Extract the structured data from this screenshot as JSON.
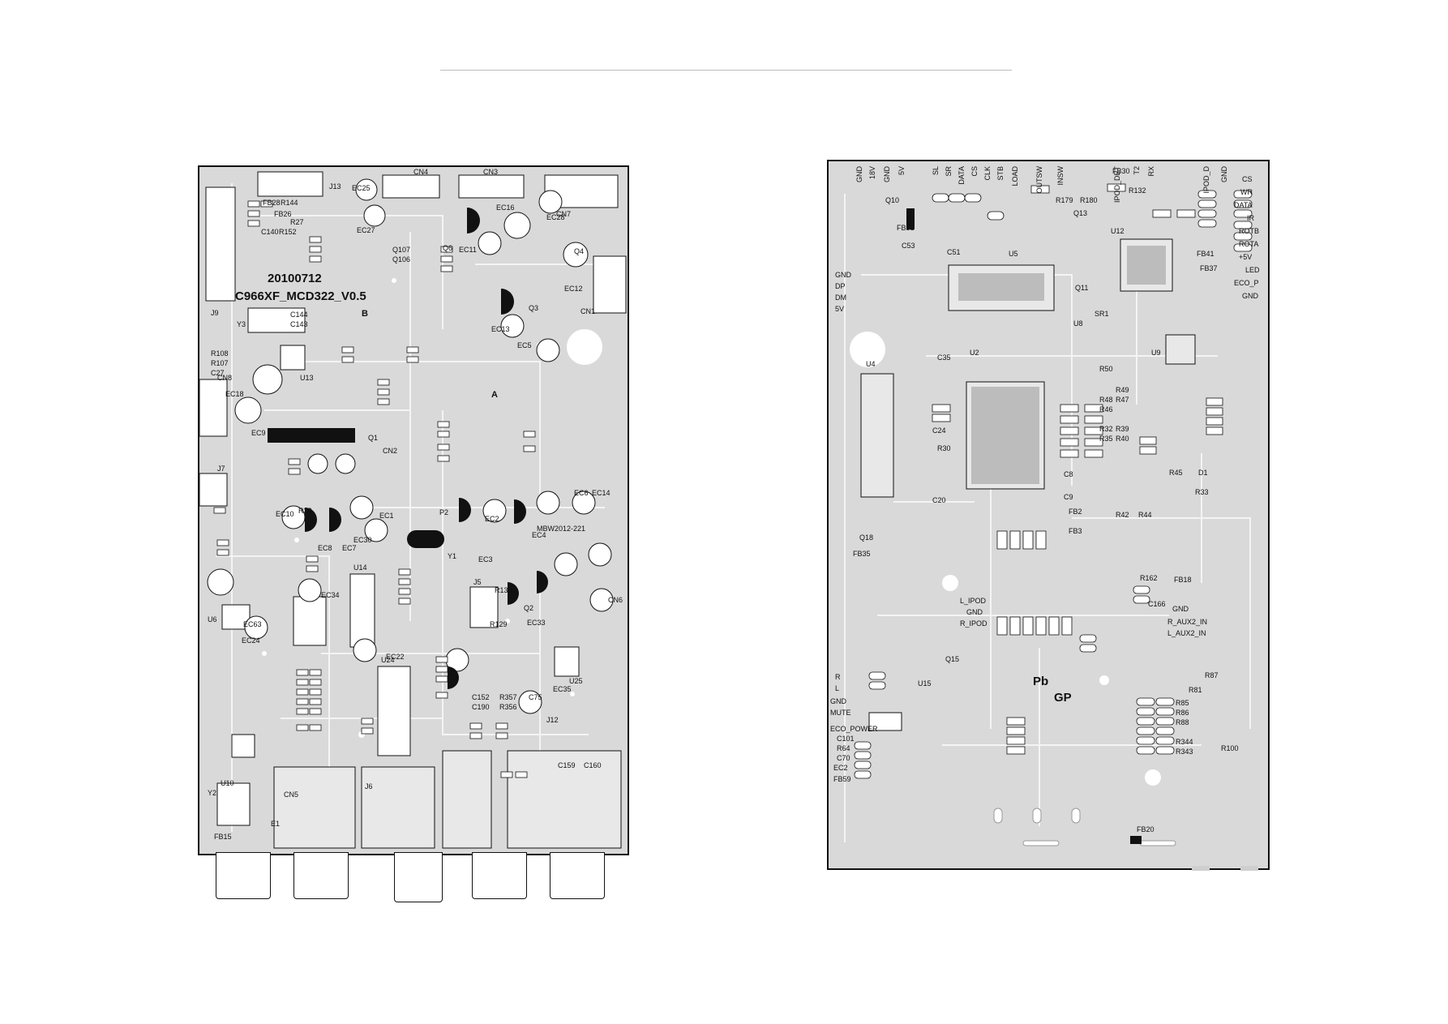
{
  "left_board": {
    "date_code": "20100712",
    "model_code": "C966XF_MCD322_V0.5",
    "connectors": [
      "J13",
      "CN4",
      "CN3",
      "CN7",
      "CN1",
      "CN8",
      "CN2",
      "J7",
      "J5",
      "J6",
      "J12",
      "CN5",
      "CN6",
      "J9"
    ],
    "chips": [
      "U13",
      "U14",
      "U24",
      "U25",
      "U6",
      "U10",
      "Y1",
      "Y2",
      "Y3",
      "Q1",
      "Q2",
      "Q3",
      "Q4",
      "Q6",
      "Q106",
      "Q107",
      "E1"
    ],
    "caps": [
      "EC1",
      "EC2",
      "EC3",
      "EC4",
      "EC5",
      "EC6",
      "EC7",
      "EC8",
      "EC9",
      "EC10",
      "EC11",
      "EC12",
      "EC13",
      "EC14",
      "EC16",
      "EC18",
      "EC22",
      "EC24",
      "EC25",
      "EC27",
      "EC28",
      "EC30",
      "EC33",
      "EC34",
      "EC35",
      "EC63"
    ],
    "misc_labels": [
      "R144",
      "FB28",
      "FB26",
      "R27",
      "R152",
      "C140",
      "C144",
      "C143",
      "R108",
      "R107",
      "C27",
      "FB15",
      "B",
      "A",
      "P2",
      "R38",
      "R133",
      "R129",
      "C152",
      "C190",
      "R357",
      "R356",
      "C159",
      "C160",
      "C75",
      "MBW2012-221"
    ]
  },
  "right_board": {
    "top_pins": [
      "GND",
      "18V",
      "GND",
      "5V",
      "SL",
      "SR",
      "DATA",
      "CS",
      "CLK",
      "STB",
      "LOAD",
      "OUTSW",
      "INSW",
      "IPOD_DET",
      "T2",
      "RX",
      "IPOD_D",
      "GND"
    ],
    "right_pins": [
      "CS",
      "WR",
      "DATA",
      "IR",
      "ROTB",
      "ROTA",
      "+5V",
      "LED",
      "ECO_P",
      "GND"
    ],
    "left_pins": [
      "GND",
      "DP",
      "DM",
      "5V"
    ],
    "chips": [
      "U2",
      "U4",
      "U5",
      "U8",
      "U9",
      "U12",
      "U15",
      "Q10",
      "Q11",
      "Q13",
      "Q15",
      "Q18",
      "SR1",
      "D1"
    ],
    "mid_labels": [
      "L_IPOD",
      "GND",
      "R_IPOD"
    ],
    "aux_labels": [
      "GND",
      "R_AUX2_IN",
      "L_AUX2_IN"
    ],
    "bottom_left_labels": [
      "R",
      "L",
      "GND",
      "MUTE",
      "ECO_POWER",
      "C101",
      "R64",
      "C70",
      "EC2",
      "FB59"
    ],
    "big_labels": [
      "Pb",
      "GP"
    ],
    "misc_labels": [
      "FB30",
      "R132",
      "R179",
      "R180",
      "FB41",
      "FB37",
      "C51",
      "C53",
      "FB31",
      "FB35",
      "FB20",
      "FB18",
      "R162",
      "C166",
      "R87",
      "R81",
      "R85",
      "R86",
      "R88",
      "R344",
      "R343",
      "R100",
      "C24",
      "R30",
      "C35",
      "C20",
      "C8",
      "C9",
      "FB2",
      "FB3",
      "R42",
      "R44",
      "R33",
      "R45",
      "R50",
      "R48",
      "R46",
      "R47",
      "R49",
      "R35",
      "R40",
      "R32",
      "R39"
    ]
  }
}
